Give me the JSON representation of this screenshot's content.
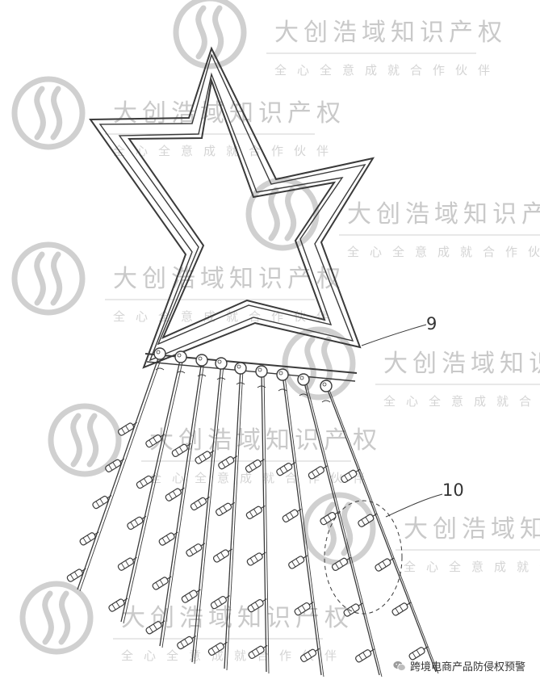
{
  "watermark": {
    "brand": "大创浩域知识产权",
    "slogan": "全心全意成就合作伙伴",
    "color": "#c9c9c9"
  },
  "labels": {
    "part_9": "9",
    "part_10": "10"
  },
  "footer": {
    "icon": "wechat-icon",
    "account": "跨境电商产品防侵权预警"
  },
  "colors": {
    "line": "#3a3a3a",
    "watermark": "#c9c9c9"
  }
}
